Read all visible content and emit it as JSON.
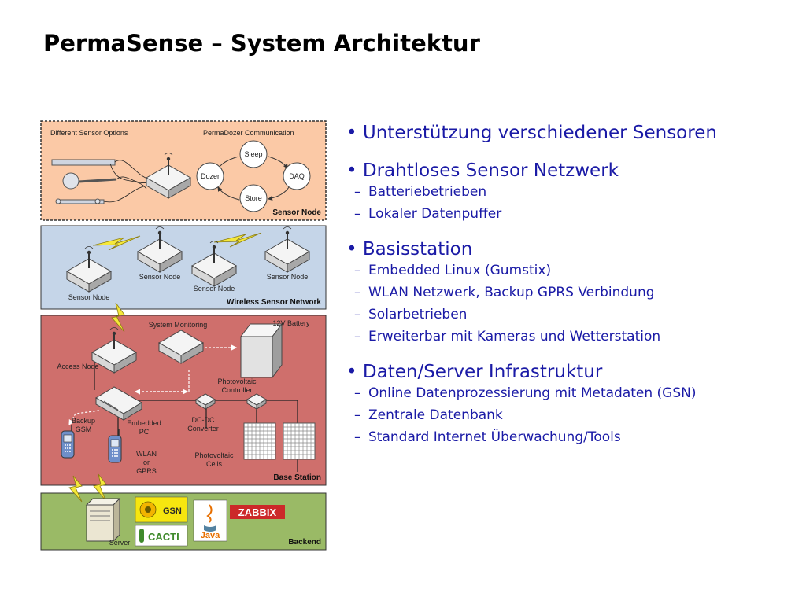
{
  "title": "PermaSense – System Architektur",
  "diagram": {
    "sensor_node": {
      "label": "Sensor Node",
      "options_label": "Different Sensor Options",
      "communication_label": "PermaDozer Communication",
      "states": [
        "Sleep",
        "DAQ",
        "Store",
        "Dozer"
      ]
    },
    "wireless": {
      "label": "Wireless Sensor Network",
      "node_labels": [
        "Sensor Node",
        "Sensor Node",
        "Sensor Node",
        "Sensor Node"
      ]
    },
    "base_station": {
      "label": "Base Station",
      "access_node": "Access Node",
      "system_monitoring": "System Monitoring",
      "battery": "12V Battery",
      "pv_controller": [
        "Photovoltaic",
        "Controller"
      ],
      "backup_gsm": [
        "Backup",
        "GSM"
      ],
      "embedded_pc": [
        "Embedded",
        "PC"
      ],
      "dcdc": [
        "DC-DC",
        "Converter"
      ],
      "wlan": [
        "WLAN",
        "or",
        "GPRS"
      ],
      "pv_cells": [
        "Photovoltaic",
        "Cells"
      ]
    },
    "backend": {
      "label": "Backend",
      "server": "Server",
      "logos": {
        "gsn": "GSN",
        "zabbix": "ZABBIX",
        "java": "Java",
        "cacti": "CACTI"
      }
    },
    "colors": {
      "sensor_bg": "#fbc9a6",
      "wireless_bg": "#c5d5e8",
      "base_bg": "#cf6f6c",
      "backend_bg": "#9aba66"
    }
  },
  "bullets": [
    {
      "text": "Unterstützung verschiedener Sensoren",
      "subs": []
    },
    {
      "text": "Drahtloses Sensor Netzwerk",
      "subs": [
        "Batteriebetrieben",
        "Lokaler Datenpuffer"
      ]
    },
    {
      "text": "Basisstation",
      "subs": [
        "Embedded Linux (Gumstix)",
        "WLAN Netzwerk, Backup GPRS Verbindung",
        "Solarbetrieben",
        "Erweiterbar mit Kameras und Wetterstation"
      ]
    },
    {
      "text": "Daten/Server Infrastruktur",
      "subs": [
        "Online Datenprozessierung mit Metadaten (GSN)",
        "Zentrale Datenbank",
        "Standard Internet Überwachung/Tools"
      ]
    }
  ]
}
